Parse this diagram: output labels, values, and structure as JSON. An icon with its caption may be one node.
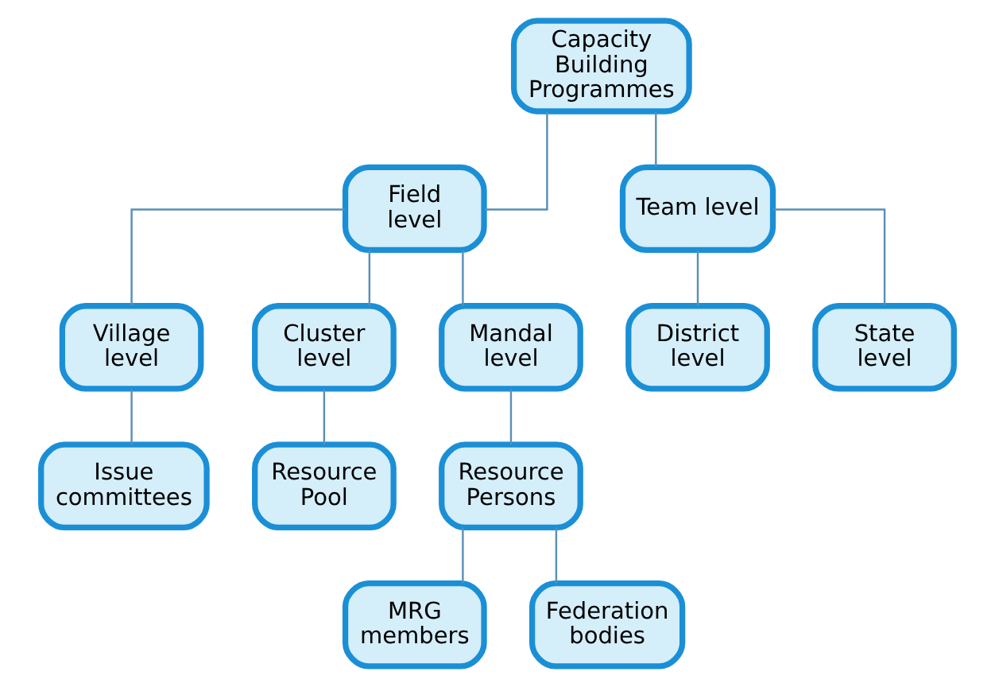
{
  "diagram": {
    "nodes": [
      {
        "text": [
          "Capacity Building Programmes"
        ]
      },
      {
        "text": [
          "Field level"
        ]
      },
      {
        "text": [
          "Team level"
        ]
      },
      {
        "text": [
          "Village level"
        ]
      },
      {
        "text": [
          "Cluster level"
        ]
      },
      {
        "text": [
          "Mandal level"
        ]
      },
      {
        "text": [
          "District level"
        ]
      },
      {
        "text": [
          "State level"
        ]
      },
      {
        "text": [
          "Issue committees"
        ]
      },
      {
        "text": [
          "Resource Pool"
        ]
      },
      {
        "text": [
          "Resource Persons"
        ]
      },
      {
        "text": [
          "MRG members"
        ]
      },
      {
        "text": [
          "Federation bodies"
        ]
      }
    ],
    "edges": [
      {
        "from": 0,
        "to": 1,
        "arrow": "none"
      },
      {
        "from": 0,
        "to": 2,
        "arrow": "none"
      },
      {
        "from": 1,
        "to": 3,
        "arrow": "none"
      },
      {
        "from": 1,
        "to": 4,
        "arrow": "none"
      },
      {
        "from": 1,
        "to": 5,
        "arrow": "none"
      },
      {
        "from": 2,
        "to": 6,
        "arrow": "none"
      },
      {
        "from": 2,
        "to": 7,
        "arrow": "none"
      },
      {
        "from": 3,
        "to": 8,
        "arrow": "none"
      },
      {
        "from": 4,
        "to": 9,
        "arrow": "none"
      },
      {
        "from": 5,
        "to": 10,
        "arrow": "none"
      },
      {
        "from": 10,
        "to": 11,
        "arrow": "none"
      },
      {
        "from": 10,
        "to": 12,
        "arrow": "none"
      }
    ]
  }
}
